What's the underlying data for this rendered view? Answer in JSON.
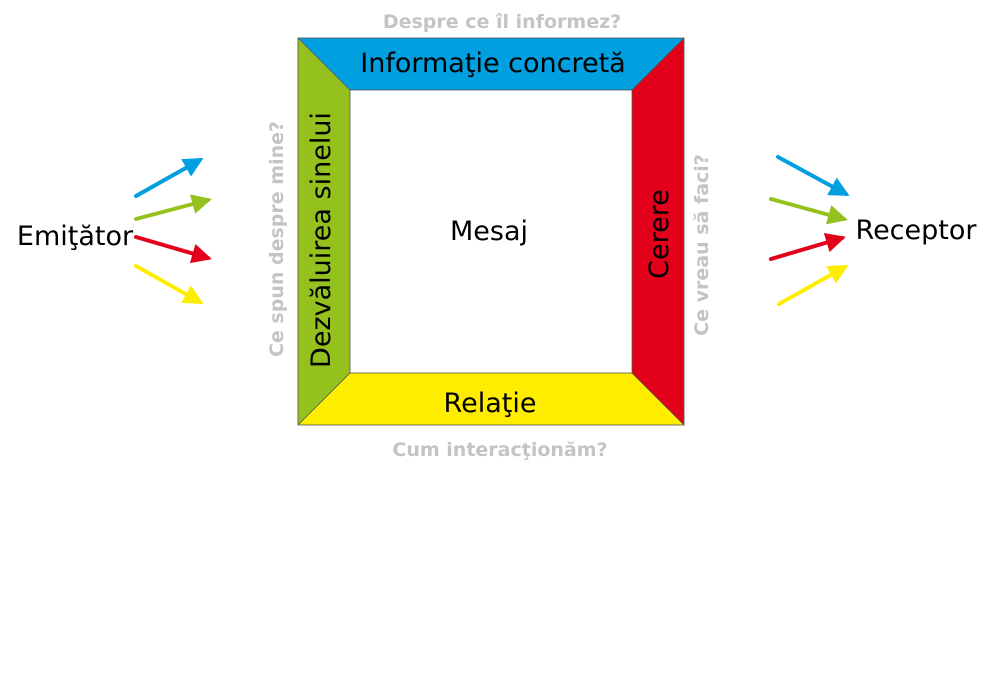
{
  "diagram": {
    "sender": "Emiţător",
    "receiver": "Receptor",
    "message": "Mesaj",
    "sides": {
      "top": {
        "label": "Informaţie concretă",
        "question": "Despre ce îl informez?",
        "color": "#009fe0"
      },
      "left": {
        "label": "Dezvăluirea sinelui",
        "question": "Ce spun despre mine?",
        "color": "#95c11f"
      },
      "right": {
        "label": "Cerere",
        "question": "Ce vreau să faci?",
        "color": "#e2001a"
      },
      "bottom": {
        "label": "Relaţie",
        "question": "Cum interacţionăm?",
        "color": "#ffed00"
      }
    }
  }
}
